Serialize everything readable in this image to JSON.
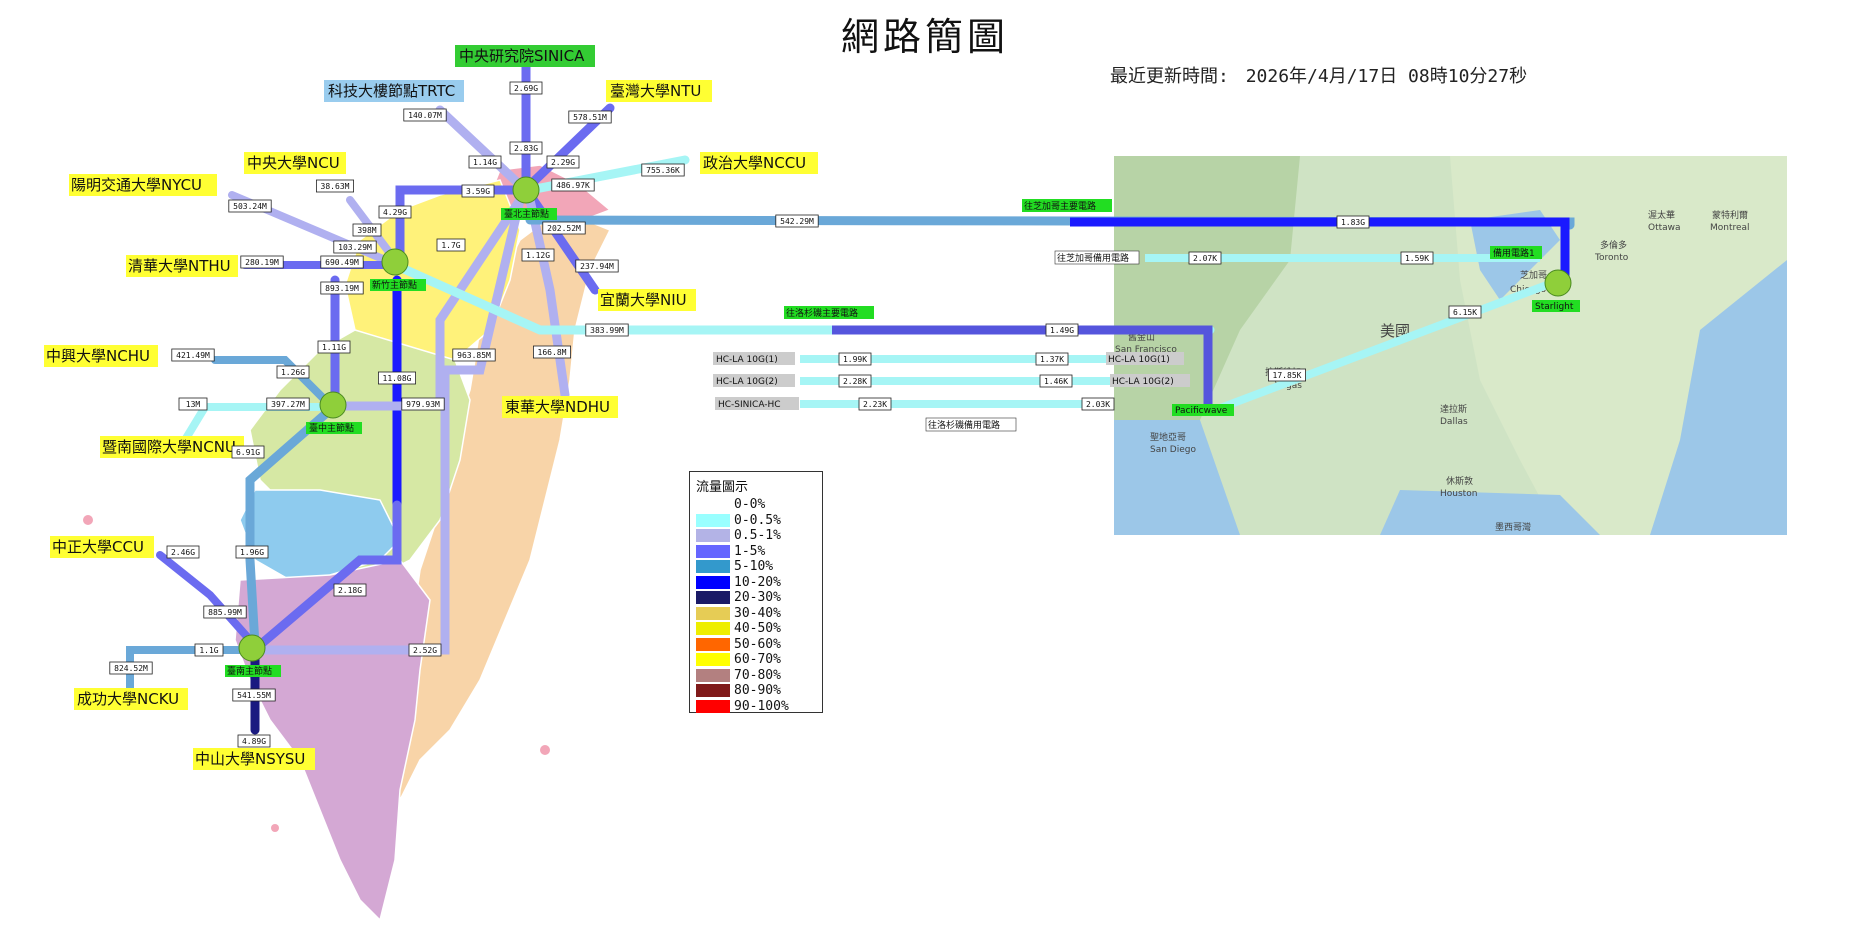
{
  "page": {
    "title": "網路簡圖",
    "updated_label": "最近更新時間:",
    "updated_value": "2026年/4月/17日 08時10分27秒"
  },
  "colors": {
    "low": "#a6f5f5",
    "mid": "#b0b0f0",
    "band1": "#6b6bf0",
    "band10": "#1a1aff",
    "dark": "#1a1a80",
    "site_yellow": "#ffff33",
    "site_green": "#33cc33",
    "site_blue": "#99ccee",
    "node_label": "#22dd22"
  },
  "sites": {
    "sinica": "中央研究院SINICA",
    "trtc": "科技大樓節點TRTC",
    "ntu": "臺灣大學NTU",
    "ncu": "中央大學NCU",
    "nccu": "政治大學NCCU",
    "nycu": "陽明交通大學NYCU",
    "nthu": "清華大學NTHU",
    "niu": "宜蘭大學NIU",
    "nchu": "中興大學NCHU",
    "ndhu": "東華大學NDHU",
    "ncnu": "暨南國際大學NCNU",
    "ccu": "中正大學CCU",
    "ncku": "成功大學NCKU",
    "nsysu": "中山大學NSYSU"
  },
  "nodes": {
    "taipei": "臺北主節點",
    "hsinchu": "新竹主節點",
    "taichung": "臺中主節點",
    "tainan": "臺南主節點",
    "starlight": "Starlight",
    "pacificwave": "Pacificwave"
  },
  "values": {
    "sinica_up": "2.69G",
    "sinica_in": "2.83G",
    "trtc_a": "140.07M",
    "trtc_b": "1.14G",
    "ntu_a": "578.51M",
    "ntu_b": "2.29G",
    "nccu_a": "755.36K",
    "nccu_b": "486.97K",
    "tp_hc_a": "3.59G",
    "tp_hc_b": "4.29G",
    "ncu_a": "38.63M",
    "ncu_b": "398M",
    "nycu_a": "503.24M",
    "nycu_b": "103.29M",
    "nthu_a": "280.19M",
    "nthu_b": "690.49M",
    "niu_a": "202.52M",
    "niu_b": "237.94M",
    "tp_a": "1.7G",
    "tp_b": "1.12G",
    "chicago_main": "542.29M",
    "la_main": "383.99M",
    "hc_tc_a": "893.19M",
    "hc_tc_b": "1.11G",
    "hc_tn": "11.08G",
    "tp_tn": "963.85M",
    "ndhu": "166.8M",
    "nchu_a": "421.49M",
    "nchu_b": "1.26G",
    "ncnu_a": "13M",
    "ncnu_b": "397.27M",
    "tc_tn_a": "979.93M",
    "tc_tn_b": "6.91G",
    "ccu_a": "2.46G",
    "ccu_b": "1.96G",
    "ccu_c": "885.99M",
    "tn_hc": "2.18G",
    "tn_east": "2.52G",
    "ncku_a": "824.52M",
    "ncku_b": "1.1G",
    "nsysu_a": "541.55M",
    "nsysu_b": "4.89G",
    "chi_main_us": "1.83G",
    "chi_bk_a": "2.07K",
    "chi_bk_b": "1.59K",
    "la_main_us": "1.49G",
    "hcla1_a": "1.99K",
    "hcla1_b": "1.37K",
    "hcla2_a": "2.28K",
    "hcla2_b": "1.46K",
    "sinica_la_a": "2.23K",
    "sinica_la_b": "2.03K",
    "pw_star_a": "17.85K",
    "pw_star_b": "6.15K"
  },
  "circuits": {
    "chicago_main": "往芝加哥主要電路",
    "chicago_backup": "往芝加哥備用電路",
    "chicago_backup_tag": "備用電路1",
    "la_main": "往洛杉磯主要電路",
    "la_backup": "往洛杉磯備用電路",
    "hcla1_left": "HC-LA 10G(1)",
    "hcla1_right": "HC-LA 10G(1)",
    "hcla2_left": "HC-LA 10G(2)",
    "hcla2_right": "HC-LA 10G(2)",
    "sinica_hc": "HC-SINICA-HC"
  },
  "us_map_labels": {
    "usa": "美國",
    "chicago_zh": "芝加哥",
    "chicago_en": "Chicago",
    "dallas_zh": "達拉斯",
    "dallas_en": "Dallas",
    "houston_zh": "休斯敦",
    "houston_en": "Houston",
    "sf_zh": "舊金山",
    "sf_en": "San Francisco",
    "la_zh": "洛杉磯",
    "sd_zh": "聖地亞哥",
    "sd_en": "San Diego",
    "vegas_zh": "拉斯維加",
    "vegas_en": "Vegas",
    "ottawa_zh": "渥太華",
    "ottawa_en": "Ottawa",
    "montreal_zh": "蒙特利爾",
    "montreal_en": "Montreal",
    "toronto_zh": "多倫多",
    "toronto_en": "Toronto",
    "gulf": "墨西哥灣"
  },
  "legend": {
    "title": "流量圖示",
    "items": [
      {
        "label": "0-0%",
        "color": "#ffffff"
      },
      {
        "label": "0-0.5%",
        "color": "#99ffff"
      },
      {
        "label": "0.5-1%",
        "color": "#b3b3e6"
      },
      {
        "label": "1-5%",
        "color": "#6666ff"
      },
      {
        "label": "5-10%",
        "color": "#3399cc"
      },
      {
        "label": "10-20%",
        "color": "#0000ff"
      },
      {
        "label": "20-30%",
        "color": "#1a1a66"
      },
      {
        "label": "30-40%",
        "color": "#e6cc55"
      },
      {
        "label": "40-50%",
        "color": "#eeee00"
      },
      {
        "label": "50-60%",
        "color": "#ff6600"
      },
      {
        "label": "60-70%",
        "color": "#ffff00"
      },
      {
        "label": "70-80%",
        "color": "#b38080"
      },
      {
        "label": "80-90%",
        "color": "#801a1a"
      },
      {
        "label": "90-100%",
        "color": "#ff0000"
      }
    ]
  }
}
